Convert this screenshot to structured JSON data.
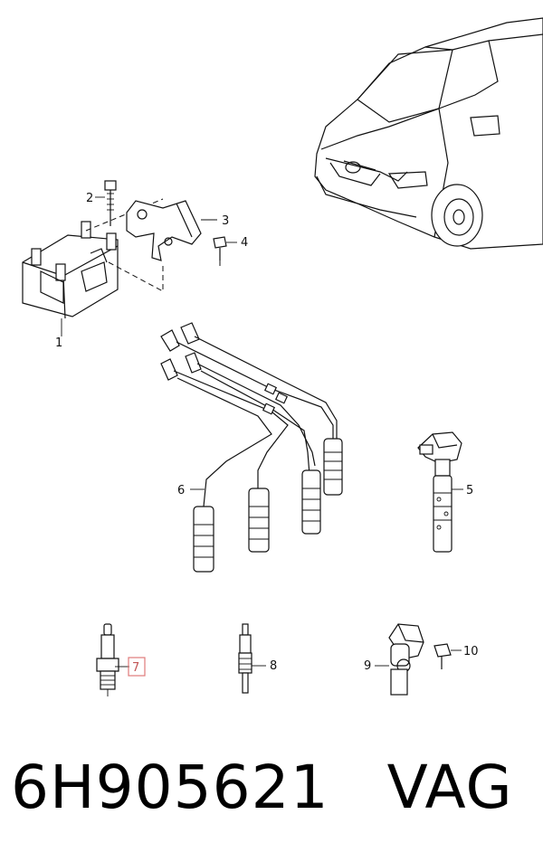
{
  "labels": {
    "p1": "1",
    "p2": "2",
    "p3": "3",
    "p4": "4",
    "p5": "5",
    "p6": "6",
    "p7": "7",
    "p8": "8",
    "p9": "9",
    "p10": "10"
  },
  "footer": {
    "part_number": "6H905621",
    "brand": "VAG"
  },
  "highlight": {
    "color": "#e07a7a",
    "item": "7"
  }
}
